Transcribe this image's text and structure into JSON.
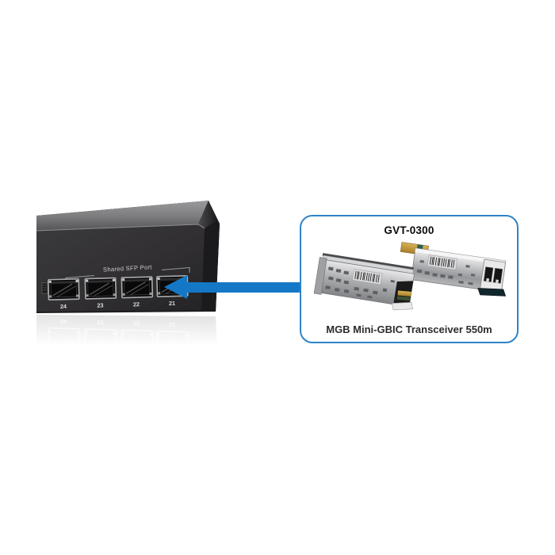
{
  "background_color": "#ffffff",
  "device": {
    "kind": "network-switch-front-panel",
    "shared_sfp_label": "Shared SFP Port",
    "ports": [
      {
        "number": "24"
      },
      {
        "number": "23"
      },
      {
        "number": "22"
      },
      {
        "number": "21"
      }
    ]
  },
  "arrow": {
    "icon": "arrow-left-icon",
    "color": "#1478c6",
    "direction": "left"
  },
  "callout": {
    "model": "GVT-0300",
    "caption": "MGB Mini-GBIC Transceiver 550m",
    "border_color": "#2e83c8",
    "images": [
      {
        "icon": "sfp-module-rear-angled-icon"
      },
      {
        "icon": "sfp-module-front-lc-duplex-icon"
      }
    ]
  }
}
